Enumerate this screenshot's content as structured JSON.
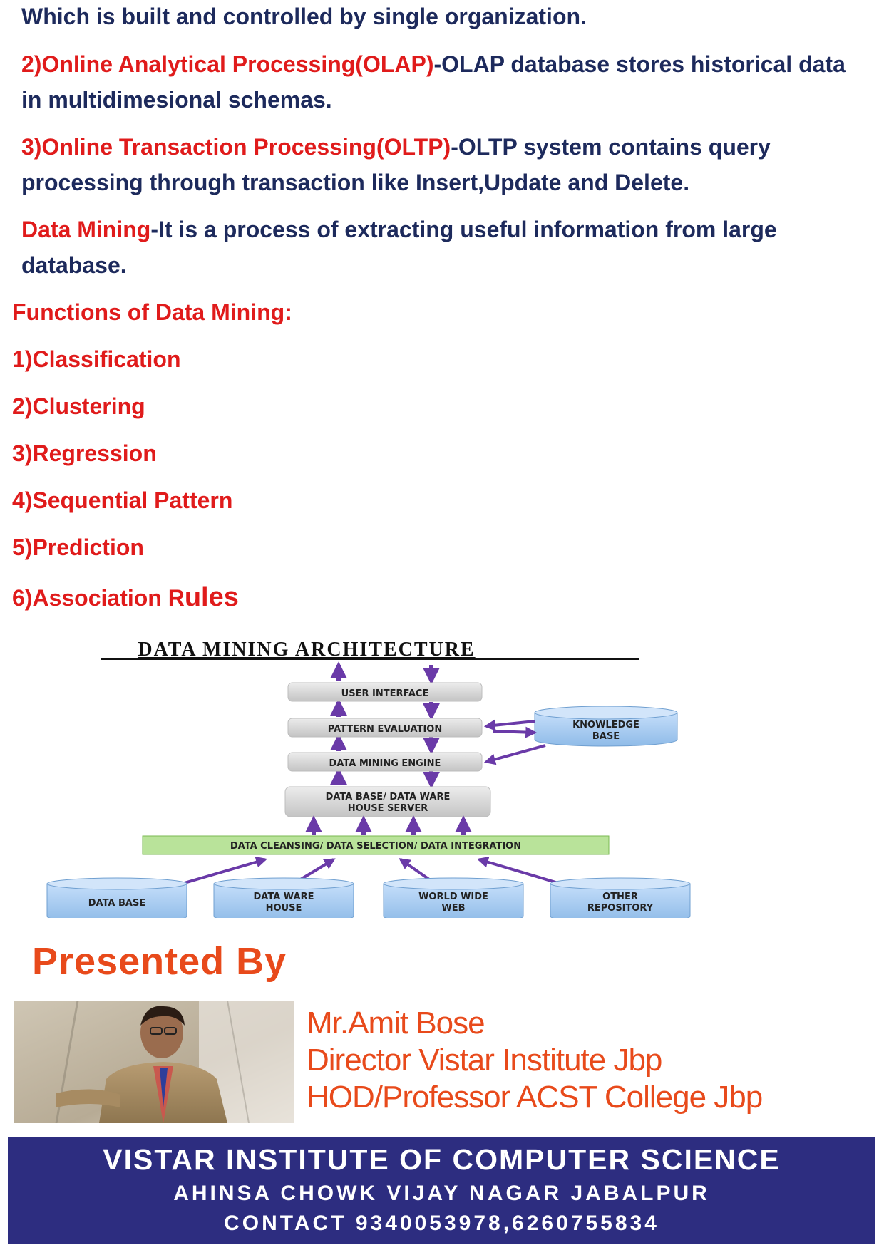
{
  "intro_line": "Which is built and controlled by single organization.",
  "olap": {
    "term": "2)Online Analytical Processing(OLAP)",
    "text": "-OLAP database stores   historical data in multidimesional schemas."
  },
  "oltp": {
    "term": "3)Online Transaction Processing(OLTP)",
    "text": "-OLTP system contains query processing through transaction like Insert,Update and Delete."
  },
  "data_mining": {
    "term": "Data Mining",
    "text": "-It is a process of extracting useful information from large database."
  },
  "functions": {
    "heading": "Functions of Data Mining:",
    "items": [
      "1)Classification",
      "2)Clustering",
      "3)Regression",
      "4)Sequential Pattern",
      "5)Prediction"
    ],
    "last_item_small": "6)Association R",
    "last_item_big": "ules"
  },
  "architecture": {
    "title": "DATA MINING ARCHITECTURE",
    "user_interface": "USER INTERFACE",
    "pattern_evaluation": "PATTERN EVALUATION",
    "data_mining_engine": "DATA MINING ENGINE",
    "server_line1": "DATA BASE/ DATA WARE",
    "server_line2": "HOUSE SERVER",
    "knowledge_line1": "KNOWLEDGE",
    "knowledge_line2": "BASE",
    "cleansing": "DATA CLEANSING/ DATA SELECTION/ DATA INTEGRATION",
    "sources": [
      {
        "line1": "DATA BASE",
        "line2": ""
      },
      {
        "line1": "DATA WARE",
        "line2": "HOUSE"
      },
      {
        "line1": "WORLD WIDE",
        "line2": "WEB"
      },
      {
        "line1": "OTHER",
        "line2": "REPOSITORY"
      }
    ]
  },
  "presented_by": "Presented By",
  "presenter": {
    "name": "Mr.Amit Bose",
    "role1": "Director Vistar Institute Jbp",
    "role2": "HOD/Professor ACST College Jbp"
  },
  "banner": {
    "line1": "VISTAR INSTITUTE OF COMPUTER SCIENCE",
    "line2": "AHINSA CHOWK VIJAY NAGAR JABALPUR",
    "line3": "CONTACT 9340053978,6260755834"
  },
  "colors": {
    "term_red": "#e01b1b",
    "body_navy": "#1d2a5c",
    "accent_orange": "#e84a1b",
    "arrow_purple": "#6a3aa8",
    "cylinder_blue": "#a9cdf0",
    "banner_navy": "#2d2d80"
  }
}
